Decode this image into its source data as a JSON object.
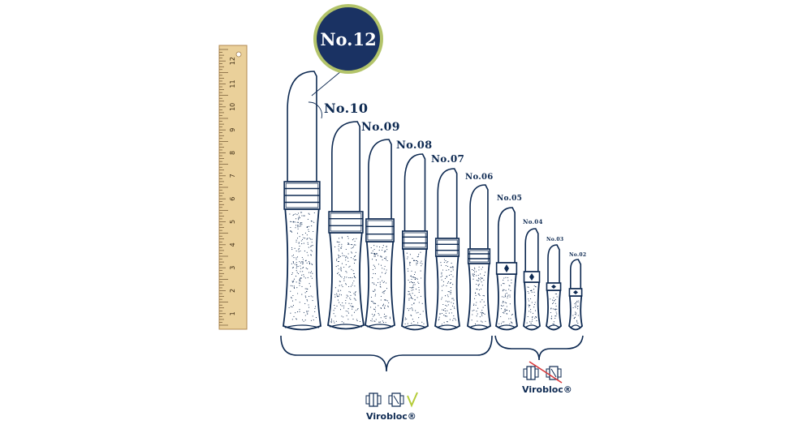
{
  "badge": {
    "label": "No.12"
  },
  "models": [
    {
      "label": "No.10"
    },
    {
      "label": "No.09"
    },
    {
      "label": "No.08"
    },
    {
      "label": "No.07"
    },
    {
      "label": "No.06"
    },
    {
      "label": "No.05"
    },
    {
      "label": "No.04"
    },
    {
      "label": "No.03"
    },
    {
      "label": "No.02"
    }
  ],
  "ruler": {
    "numbers": [
      "12",
      "11",
      "10",
      "9",
      "8",
      "7",
      "6",
      "5",
      "4",
      "3",
      "2",
      "1"
    ]
  },
  "groups": {
    "with_lock": {
      "brand": "Virobloc®"
    },
    "without_lock": {
      "brand": "Virobloc®"
    }
  },
  "colors": {
    "ink": "#0e2a52",
    "badge_fill": "#1a3263",
    "badge_ring": "#b3c46a",
    "ruler_wood": "#ead09a",
    "check": "#b5cc3a",
    "cross": "#d9383a"
  }
}
